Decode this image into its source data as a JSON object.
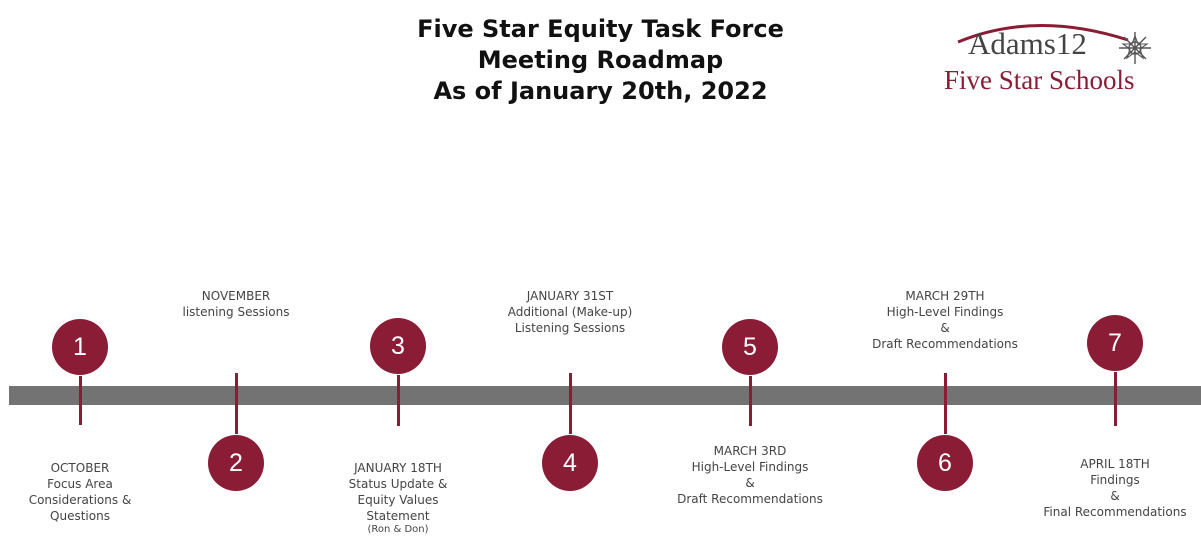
{
  "header": {
    "title_lines": [
      "Five Star Equity Task Force",
      "Meeting Roadmap",
      "As of January 20th, 2022"
    ]
  },
  "logo": {
    "line1": "Adams12",
    "line2": "Five Star Schools"
  },
  "colors": {
    "accent": "#8a1d35",
    "bar": "#737373",
    "text": "#444444"
  },
  "milestones": [
    {
      "number": "1",
      "lines": [
        "OCTOBER",
        "Focus Area",
        "Considerations &",
        "Questions"
      ],
      "note": ""
    },
    {
      "number": "2",
      "lines": [
        "NOVEMBER",
        "listening Sessions"
      ],
      "note": ""
    },
    {
      "number": "3",
      "lines": [
        "JANUARY 18TH",
        "Status Update &",
        "Equity Values",
        "Statement"
      ],
      "note": "(Ron & Don)"
    },
    {
      "number": "4",
      "lines": [
        "JANUARY 31ST",
        "Additional (Make-up)",
        "Listening Sessions"
      ],
      "note": ""
    },
    {
      "number": "5",
      "lines": [
        "MARCH 3RD",
        "High-Level Findings",
        "&",
        "Draft Recommendations"
      ],
      "note": ""
    },
    {
      "number": "6",
      "lines": [
        "MARCH 29TH",
        "High-Level Findings",
        "&",
        "Draft Recommendations"
      ],
      "note": ""
    },
    {
      "number": "7",
      "lines": [
        "APRIL 18TH",
        "Findings",
        "&",
        "Final Recommendations"
      ],
      "note": ""
    }
  ]
}
